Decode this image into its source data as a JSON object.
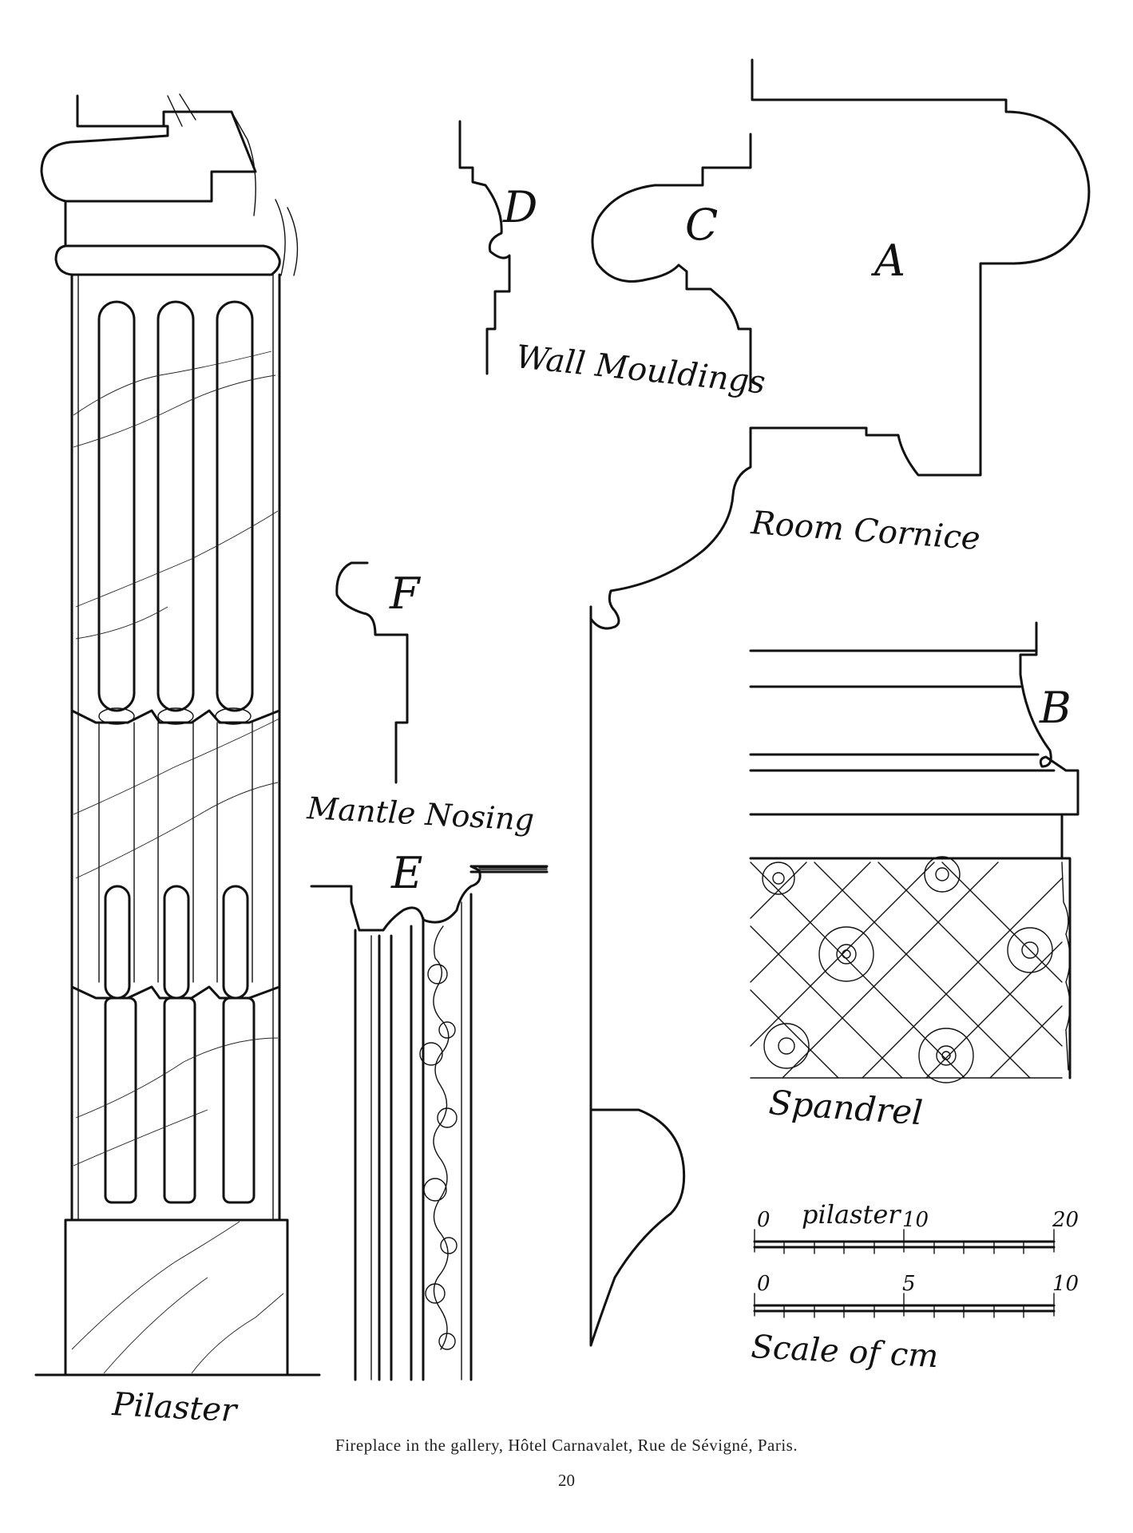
{
  "labels": {
    "pilaster": "Pilaster",
    "wall_mouldings": "Wall Mouldings",
    "room_cornice": "Room Cornice",
    "mantle_nosing": "Mantle Nosing",
    "spandrel": "Spandrel",
    "scale_of_cm": "Scale of cm",
    "scale_pilaster": "pilaster"
  },
  "section_letters": {
    "a": "A",
    "b": "B",
    "c": "C",
    "d": "D",
    "e": "E",
    "f": "F"
  },
  "scales": {
    "pilaster_scale": {
      "start": "0",
      "mid": "10",
      "end": "20"
    },
    "cm_scale": {
      "start": "0",
      "mid": "5",
      "end": "10"
    }
  },
  "caption": "Fireplace in the gallery, Hôtel Carnavalet, Rue de Sévigné, Paris.",
  "page_number": "20"
}
